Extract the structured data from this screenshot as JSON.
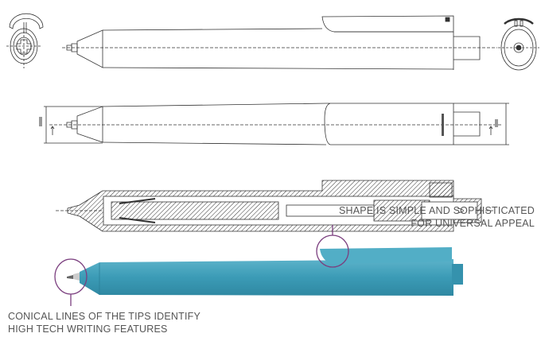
{
  "callouts": {
    "shape": {
      "line1": "SHAPE IS SIMPLE AND SOPHISTICATED",
      "line2": "FOR UNIVERSAL APPEAL"
    },
    "tip": {
      "line1": "CONICAL LINES OF THE TIPS IDENTIFY",
      "line2": "HIGH TECH WRITING FEATURES"
    }
  },
  "colors": {
    "pen_body": "#3b9bb6",
    "callout_circle": "#7b3f7f",
    "drawing_line": "#333333",
    "caption_text": "#555555"
  }
}
